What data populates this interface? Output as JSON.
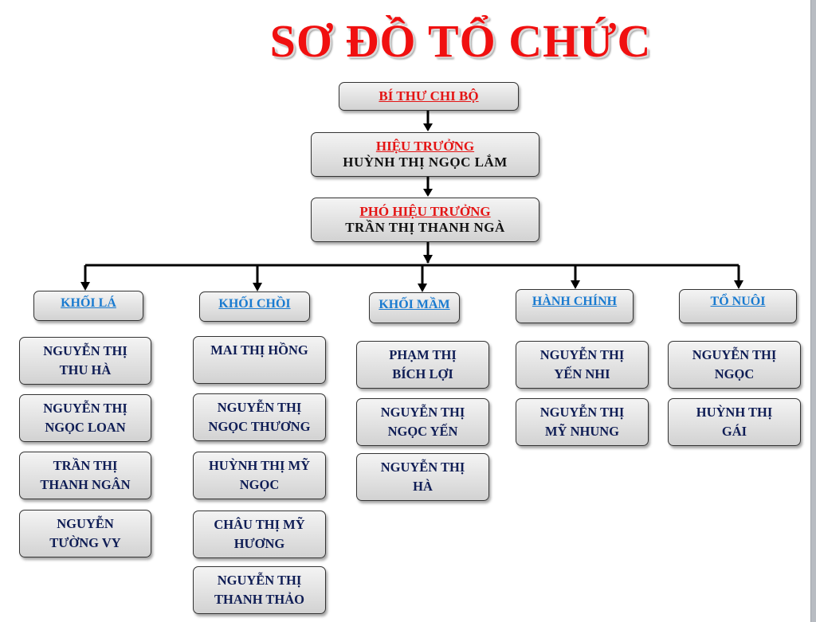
{
  "title": "SƠ ĐỒ TỔ CHỨC",
  "leaders": [
    {
      "role": "BÍ THƯ CHI BỘ",
      "name": ""
    },
    {
      "role": "HIỆU TRƯỞNG",
      "name": "HUỲNH THỊ NGỌC LẮM"
    },
    {
      "role": "PHÓ HIỆU TRƯỞNG",
      "name": "TRẦN THỊ THANH NGÀ"
    }
  ],
  "departments": [
    {
      "label": "KHỐI LÁ",
      "members": [
        "NGUYỄN THỊ\nTHU HÀ",
        "NGUYỄN THỊ\nNGỌC LOAN",
        "TRẦN THỊ\nTHANH NGÂN",
        "NGUYỄN\nTƯỜNG VY"
      ]
    },
    {
      "label": "KHỐI CHỒI",
      "members": [
        "MAI THỊ HỒNG",
        "NGUYỄN THỊ\nNGỌC THƯƠNG",
        "HUỲNH THỊ MỸ\nNGỌC",
        "CHÂU THỊ MỸ\nHƯƠNG",
        "NGUYỄN THỊ\nTHANH THẢO"
      ]
    },
    {
      "label": "KHỐI MẦM",
      "members": [
        "PHẠM THỊ\nBÍCH LỢI",
        "NGUYỄN THỊ\nNGỌC YẾN",
        "NGUYỄN THỊ\nHÀ"
      ]
    },
    {
      "label": "HÀNH CHÍNH",
      "members": [
        "NGUYỄN THỊ\nYẾN NHI",
        "NGUYỄN THỊ\nMỸ NHUNG"
      ]
    },
    {
      "label": "TỔ NUÔI",
      "members": [
        "NGUYỄN THỊ\nNGỌC",
        "HUỲNH THỊ\nGÁI"
      ]
    }
  ],
  "colors": {
    "title": "#f01010",
    "role": "#e41414",
    "department": "#1a7bd0",
    "member": "#0f1d55"
  }
}
